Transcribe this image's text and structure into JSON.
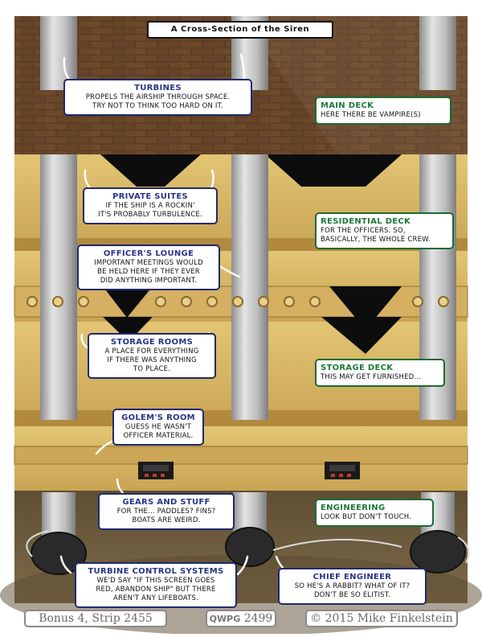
{
  "title": "A Cross-Section of the Siren",
  "captions": [
    {
      "id": "turbines",
      "title": "Turbines",
      "lines": [
        "Propels the airship through space.",
        "Try not to think too hard on it."
      ]
    },
    {
      "id": "private-suites",
      "title": "Private Suites",
      "lines": [
        "If the ship is a rockin'",
        "it's probably turbulence."
      ]
    },
    {
      "id": "officers-lounge",
      "title": "Officer's Lounge",
      "lines": [
        "Important meetings would",
        "be held here if they ever",
        "did anything important."
      ]
    },
    {
      "id": "storage-rooms",
      "title": "Storage Rooms",
      "lines": [
        "A place for everything",
        "if there was anything",
        "to place."
      ]
    },
    {
      "id": "golems-room",
      "title": "Golem's Room",
      "lines": [
        "Guess he wasn't",
        "officer material."
      ]
    },
    {
      "id": "gears-and-stuff",
      "title": "Gears and Stuff",
      "lines": [
        "For the... paddles? Fins?",
        "Boats are weird."
      ]
    },
    {
      "id": "turbine-control-systems",
      "title": "Turbine Control Systems",
      "lines": [
        "We'd say \"if this screen goes",
        "red, abandon ship\" but there",
        "aren't any lifeboats."
      ]
    },
    {
      "id": "chief-engineer",
      "title": "Chief Engineer",
      "lines": [
        "So he's a rabbit? What of it?",
        "Don't be so elitist."
      ]
    }
  ],
  "decks": [
    {
      "id": "main-deck",
      "title": "Main Deck",
      "lines": [
        "Here there be vampire(s)"
      ]
    },
    {
      "id": "residential-deck",
      "title": "Residential Deck",
      "lines": [
        "For the officers. So,",
        "basically, the whole crew."
      ]
    },
    {
      "id": "storage-deck",
      "title": "Storage Deck",
      "lines": [
        "This may get furnished..."
      ]
    },
    {
      "id": "engineering",
      "title": "Engineering",
      "lines": [
        "Look but don't touch."
      ]
    }
  ],
  "footer": {
    "strip": "Bonus 4, Strip 2455",
    "logo": "QWPG",
    "number": "2499",
    "copyright": "© 2015 Mike Finkelstein"
  },
  "colors": {
    "wood_dark": "#5a3a20",
    "plank_light": "#c99b4a",
    "panel_tan": "#d6b464",
    "pillar": "#b8b8b8",
    "caption_border": "#1f2a6b",
    "deck_border": "#1d6b34",
    "engine_room": "#6e5c3e"
  }
}
